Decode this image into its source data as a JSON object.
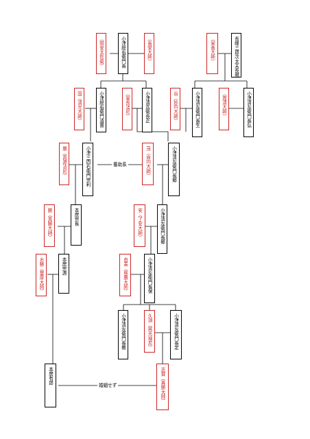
{
  "colors": {
    "line": "#000000",
    "wife": "#cc2222",
    "text": "#000000"
  },
  "nodes": {
    "n1": {
      "text": "小津総右衛門長",
      "type": "person"
    },
    "n2": {
      "text": "（岡安太佐衛）",
      "type": "spouse"
    },
    "n3": {
      "text": "（長栄大師）",
      "type": "spouse"
    },
    "n4": {
      "text": "長峰三郎次太夫長親",
      "type": "person"
    },
    "n5": {
      "text": "（栄善大師）",
      "type": "spouse"
    },
    "n6": {
      "text": "国（清光大師）",
      "type": "spouse"
    },
    "n7": {
      "text": "小津総右衛門清督",
      "type": "person"
    },
    "n8": {
      "text": "（栄長法尼）",
      "type": "spouse"
    },
    "n9": {
      "text": "小津清兵衛長正",
      "type": "person"
    },
    "n10": {
      "text": "谷（妙円大師）",
      "type": "spouse"
    },
    "n11": {
      "text": "小津清左衛門長生",
      "type": "person"
    },
    "n12": {
      "text": "（周清大師）",
      "type": "spouse"
    },
    "n13": {
      "text": "小津清左衛門長弘",
      "type": "person"
    },
    "n14": {
      "text": "勝（真源法尼）",
      "type": "spouse"
    },
    "n15": {
      "text": "小津三四右衛門宗利",
      "type": "person"
    },
    "n16": {
      "text": "茂（命円大師）",
      "type": "spouse"
    },
    "n17": {
      "text": "小津清左衛門長郷",
      "type": "person"
    },
    "n18": {
      "text": "勝（真勝大師）",
      "type": "spouse"
    },
    "n19": {
      "text": "本居宗長",
      "type": "person"
    },
    "n20": {
      "text": "安（了安大師）",
      "type": "spouse"
    },
    "n21": {
      "text": "小津清左衛門長郷",
      "type": "person"
    },
    "n22": {
      "text": "お勝（華厚大師）",
      "type": "spouse"
    },
    "n23": {
      "text": "本居宗源",
      "type": "person"
    },
    "n24": {
      "text": "由美（慈勝大師）",
      "type": "spouse"
    },
    "n25": {
      "text": "小津清左衛門長保",
      "type": "person"
    },
    "n26": {
      "text": "小津清左衛門長教",
      "type": "person"
    },
    "n27": {
      "text": "久須（慈光禅尼）",
      "type": "spouse"
    },
    "n28": {
      "text": "小津清左衛門長定",
      "type": "person"
    },
    "n29": {
      "text": "本居有郎",
      "type": "person"
    },
    "n30": {
      "text": "志賀（真勝大師）",
      "type": "spouse"
    }
  },
  "edge_labels": {
    "e1": "養助系",
    "e2": "婚姻せず"
  }
}
